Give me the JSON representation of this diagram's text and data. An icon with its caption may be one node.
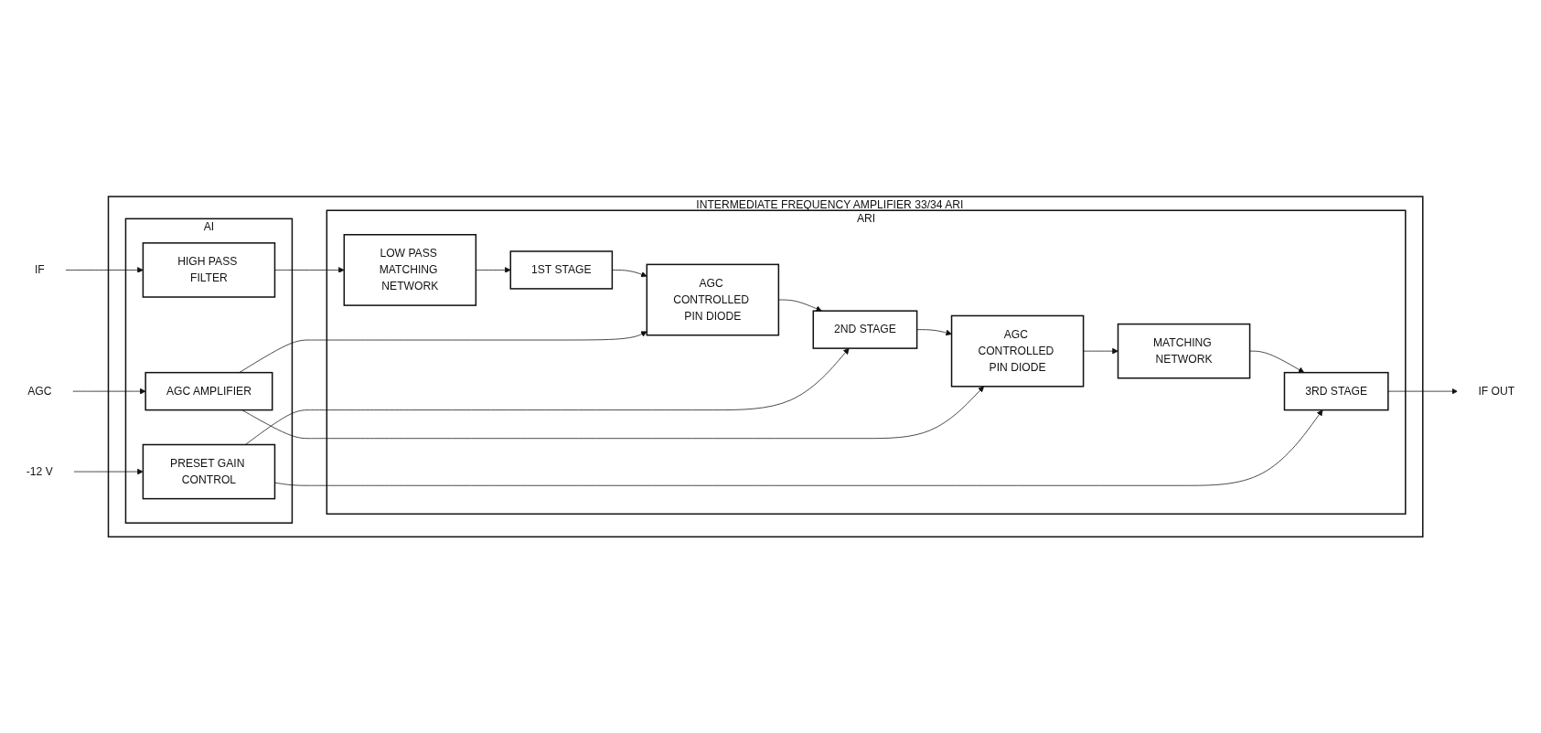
{
  "diagram": {
    "nodes": [
      {
        "text": [
          "INTERMEDIATE FREQUENCY AMPLIFIER 33/34 ARI"
        ]
      },
      {
        "text": [
          "AI"
        ],
        "in": 0
      },
      {
        "text": [
          "PRESET GAIN CONTROL"
        ],
        "in": 1
      },
      {
        "text": [
          "HIGH PASS FILTER"
        ],
        "in": 1
      },
      {
        "text": [
          "AGC AMPLIFIER"
        ],
        "in": 1
      },
      {
        "text": [
          "ARI"
        ],
        "in": 0
      },
      {
        "text": [
          "LOW PASS MATCHING NETWORK"
        ],
        "in": 5
      },
      {
        "text": [
          "1ST STAGE"
        ],
        "in": 5
      },
      {
        "text": [
          "AGC CONTROLLED PIN DIODE"
        ],
        "in": 5
      },
      {
        "text": [
          "2ND STAGE"
        ],
        "in": 5
      },
      {
        "text": [
          "AGC CONTROLLED PIN DIODE"
        ],
        "in": 5
      },
      {
        "text": [
          "MATCHING NETWORK"
        ],
        "in": 5
      },
      {
        "text": [
          "3RD STAGE"
        ],
        "in": 5
      },
      {
        "text": [
          "-12 V"
        ]
      },
      {
        "text": [
          "IF"
        ]
      },
      {
        "text": [
          "AGC"
        ]
      },
      {
        "text": [
          "IF OUT"
        ]
      }
    ],
    "edges": [
      {
        "from": 13,
        "to": 2,
        "arrow": "to"
      },
      {
        "from": 14,
        "to": 3,
        "arrow": "to"
      },
      {
        "from": 15,
        "to": 4,
        "arrow": "to"
      },
      {
        "from": 3,
        "to": 6,
        "arrow": "to"
      },
      {
        "from": 6,
        "to": 7,
        "arrow": "to"
      },
      {
        "from": 7,
        "to": 8,
        "arrow": "to"
      },
      {
        "from": 8,
        "to": 9,
        "arrow": "to"
      },
      {
        "from": 9,
        "to": 10,
        "arrow": "to"
      },
      {
        "from": 10,
        "to": 11,
        "arrow": "to"
      },
      {
        "from": 11,
        "to": 12,
        "arrow": "to"
      },
      {
        "from": 2,
        "to": 9,
        "arrow": "to"
      },
      {
        "from": 2,
        "to": 12,
        "arrow": "to"
      },
      {
        "from": 4,
        "to": 8,
        "arrow": "to"
      },
      {
        "from": 4,
        "to": 10,
        "arrow": "to"
      },
      {
        "from": 12,
        "to": 16,
        "arrow": "to"
      }
    ]
  }
}
